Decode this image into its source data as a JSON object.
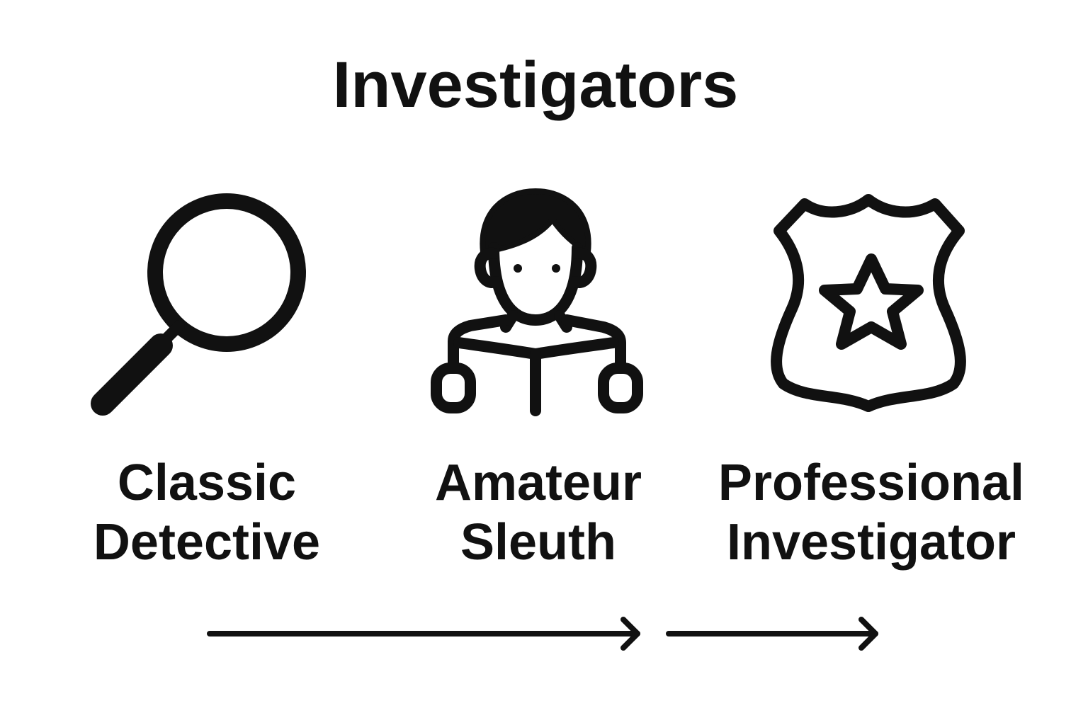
{
  "title": "Investigators",
  "colors": {
    "ink": "#111111",
    "background": "#ffffff"
  },
  "investigators": [
    {
      "icon": "magnifying-glass-icon",
      "label_line1": "Classic",
      "label_line2": "Detective"
    },
    {
      "icon": "person-reading-book-icon",
      "label_line1": "Amateur",
      "label_line2": "Sleuth"
    },
    {
      "icon": "police-badge-star-icon",
      "label_line1": "Professional",
      "label_line2": "Investigator"
    }
  ],
  "arrows": [
    {
      "icon": "arrow-right-icon"
    },
    {
      "icon": "arrow-right-icon"
    }
  ]
}
